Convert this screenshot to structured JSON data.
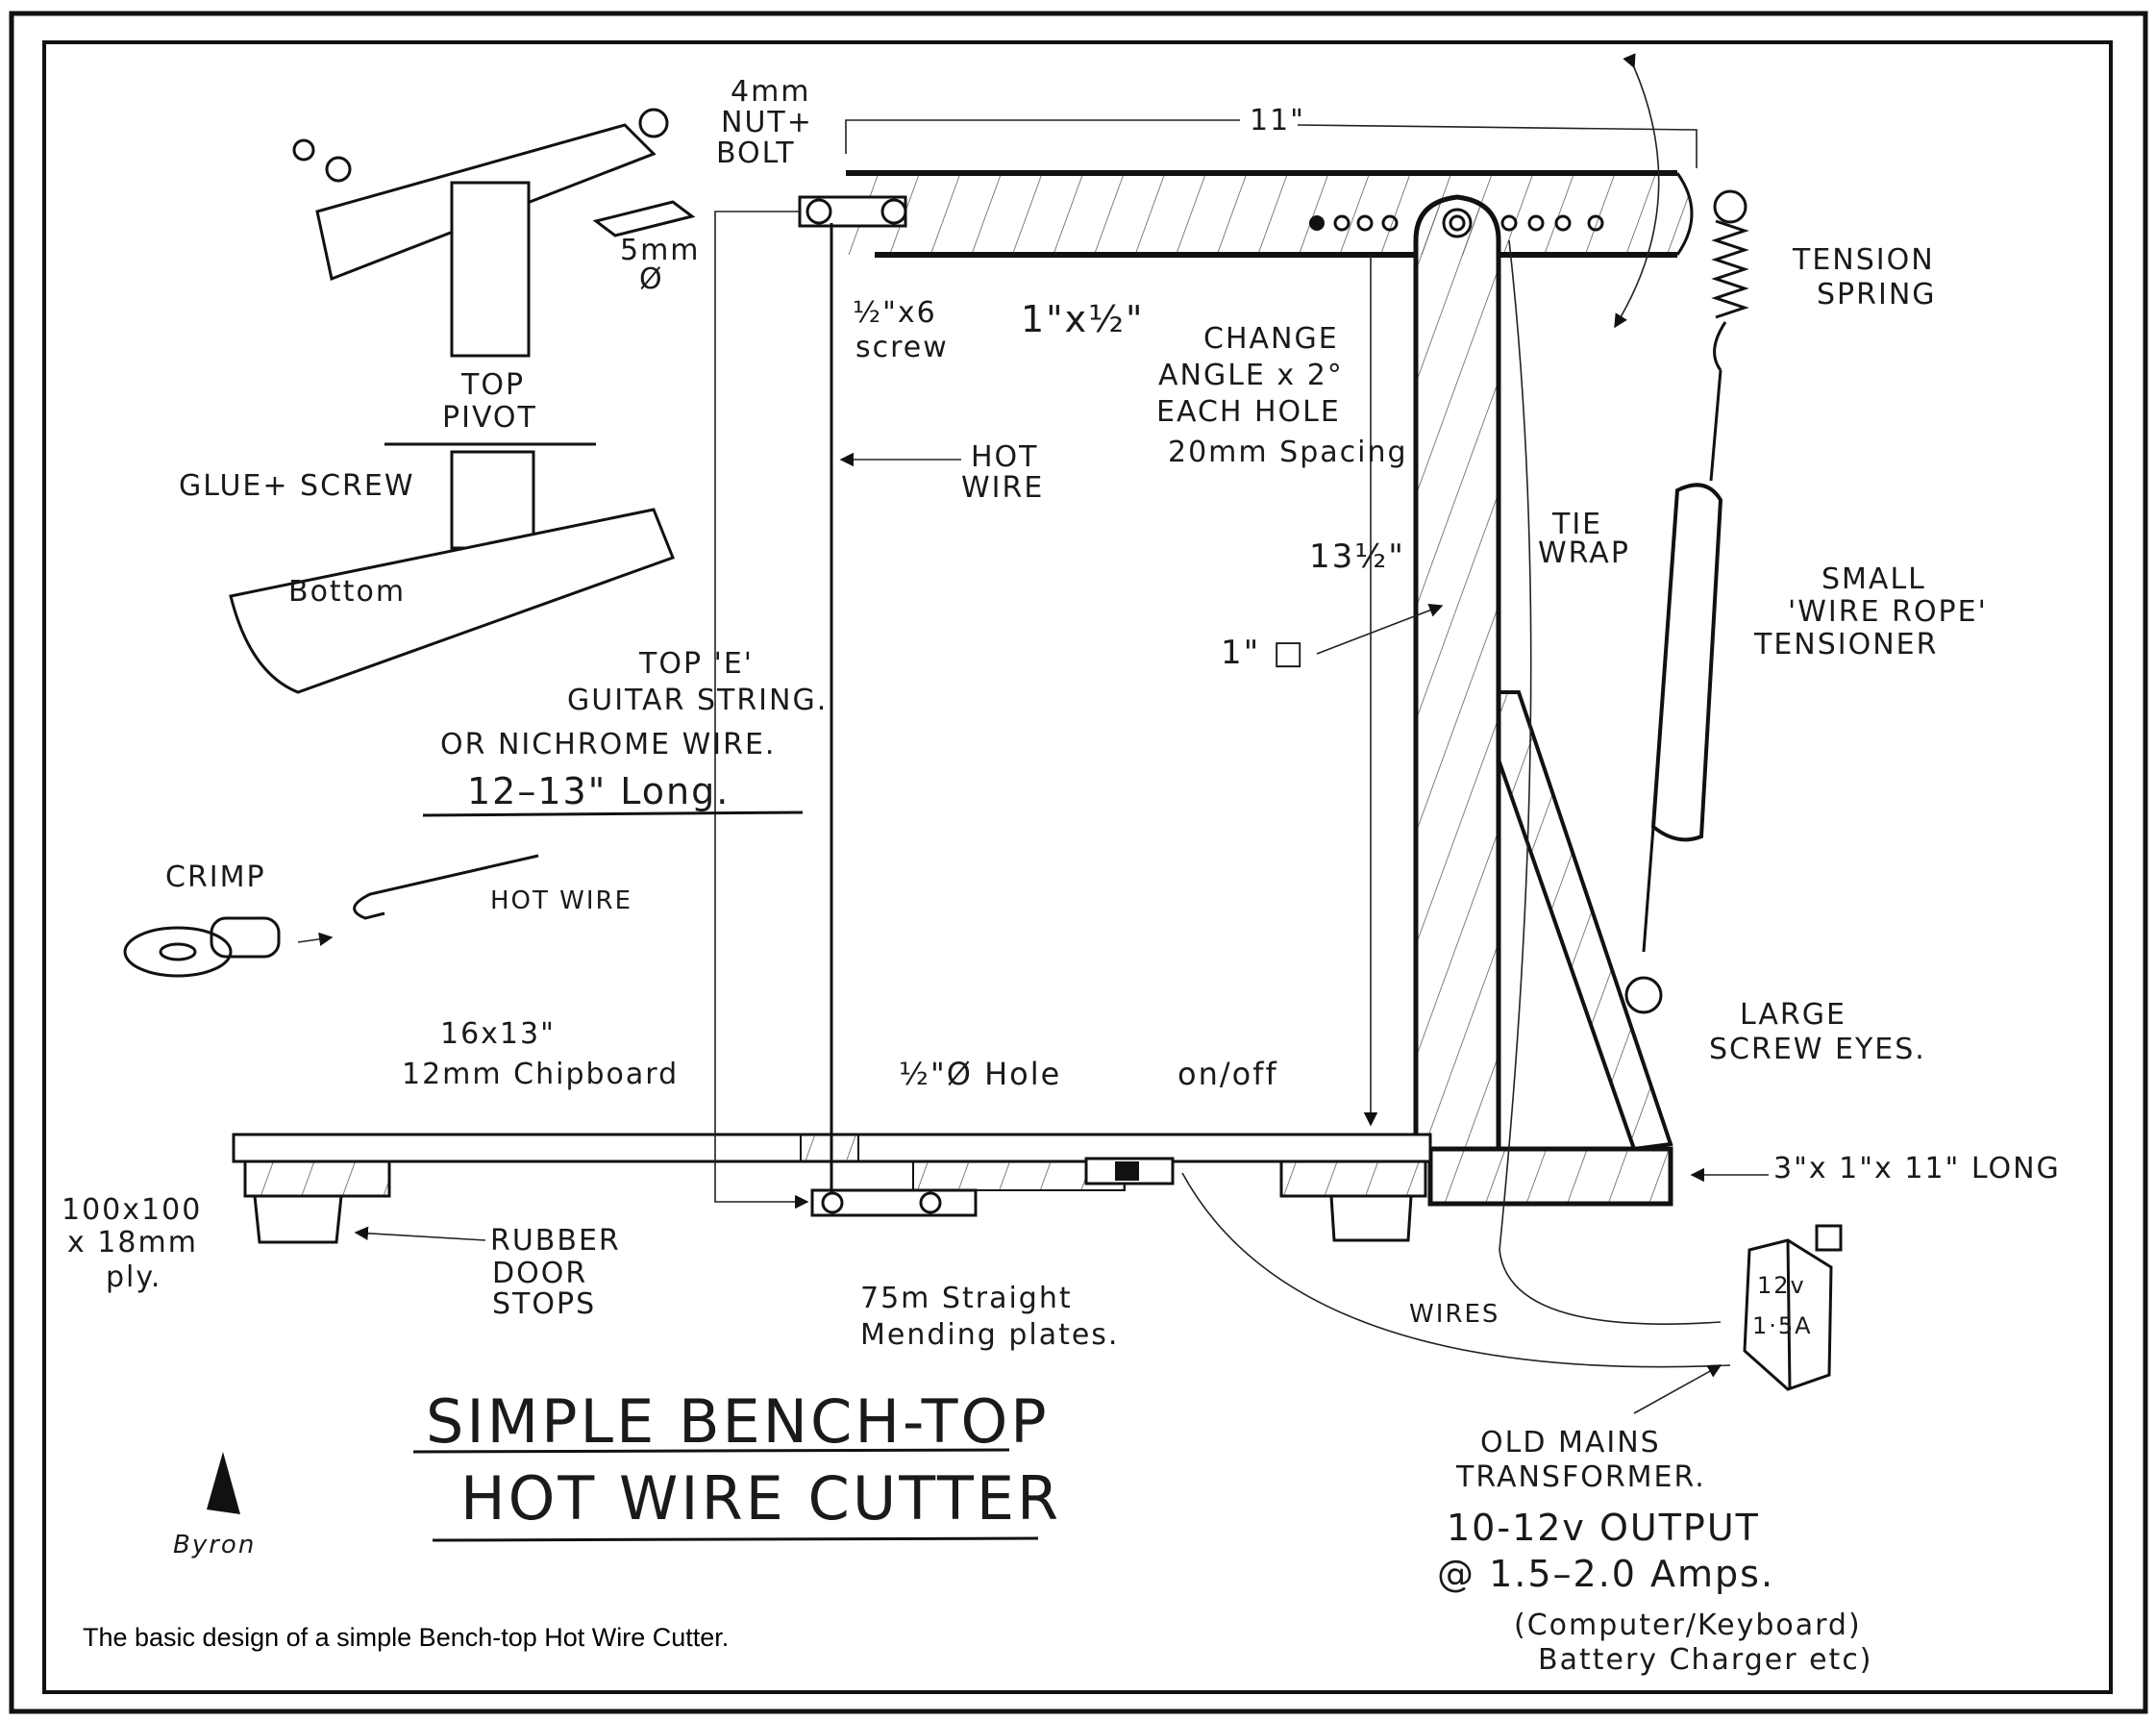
{
  "title": {
    "line1": "SIMPLE BENCH-TOP",
    "line2": "HOT WIRE CUTTER"
  },
  "signature": "Byron",
  "caption": "The basic design of a simple Bench-top Hot Wire Cutter.",
  "labels": {
    "nut_bolt": [
      "4mm",
      "NUT+",
      "BOLT"
    ],
    "length_top": "11\"",
    "tension_spring": [
      "TENSION",
      "SPRING"
    ],
    "screw": [
      "½\"x6",
      "screw"
    ],
    "arm_size": "1\"x½\"",
    "change_angle": [
      "CHANGE",
      "ANGLE x 2°",
      "EACH HOLE",
      "20mm Spacing"
    ],
    "bolt_5mm": [
      "5mm",
      "Ø"
    ],
    "top_pivot": [
      "TOP",
      "PIVOT"
    ],
    "glue_screw": "GLUE+ SCREW",
    "bottom": "Bottom",
    "hot_wire": [
      "HOT",
      "WIRE"
    ],
    "tie_wrap": [
      "TIE",
      "WRAP"
    ],
    "height": "13½\"",
    "post_size": "1\" □",
    "tensioner": [
      "SMALL",
      "'WIRE ROPE'",
      "TENSIONER"
    ],
    "wire_spec": [
      "TOP 'E'",
      "GUITAR STRING.",
      "OR NICHROME WIRE.",
      "12–13\" Long."
    ],
    "crimp": "CRIMP",
    "hot_wire_small": "HOT WIRE",
    "board": [
      "16x13\"",
      "12mm Chipboard"
    ],
    "hole": "½\"Ø Hole",
    "switch": "on/off",
    "screw_eyes": [
      "LARGE",
      "SCREW EYES."
    ],
    "beam": "3\"x 1\"x 11\" LONG",
    "ply": [
      "100x100",
      "x 18mm",
      "ply."
    ],
    "door_stops": [
      "RUBBER",
      "DOOR",
      "STOPS"
    ],
    "mending": [
      "75m Straight",
      "Mending plates."
    ],
    "wires": "WIRES",
    "transformer_rating": [
      "12v",
      "1·5A"
    ],
    "transformer": [
      "OLD MAINS",
      "TRANSFORMER.",
      "10-12v OUTPUT",
      "@ 1.5–2.0 Amps.",
      "(Computer/Keyboard)",
      "Battery Charger etc)"
    ]
  }
}
